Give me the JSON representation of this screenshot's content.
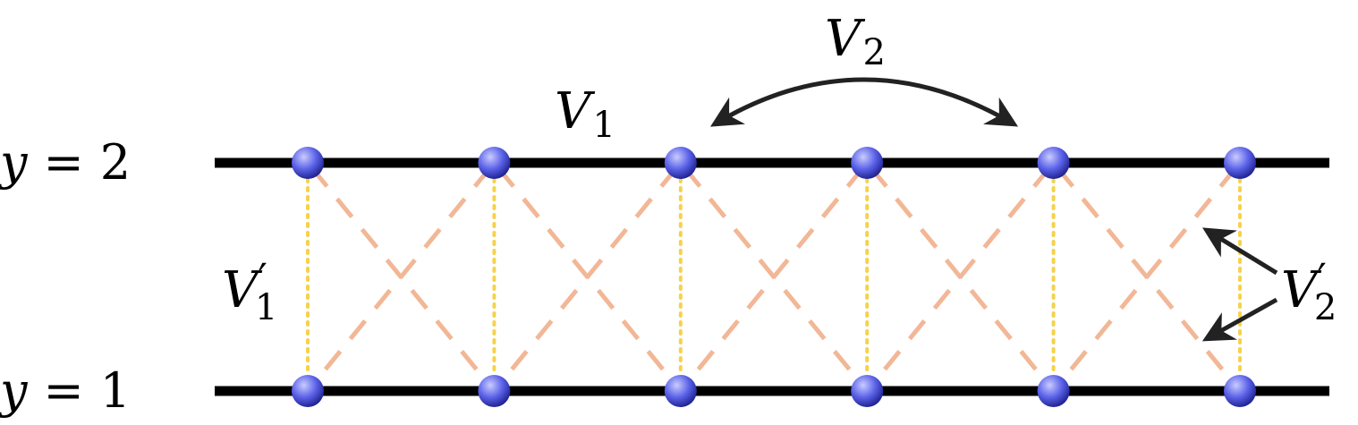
{
  "colors": {
    "rail": "#000000",
    "site": "#5b62e8",
    "site_highlight": "#c9ccff",
    "site_shadow": "#1f2290",
    "rung": "#f6d24b",
    "diagonal": "#f2b796",
    "arrow": "#222222"
  },
  "rows": [
    {
      "var": "y",
      "eq": "=",
      "value": "2"
    },
    {
      "var": "y",
      "eq": "=",
      "value": "1"
    }
  ],
  "sites_per_row": 6,
  "labels": {
    "v1": {
      "base": "V",
      "sub": "1"
    },
    "v2": {
      "base": "V",
      "sub": "2"
    },
    "v1p": {
      "base": "V",
      "prime": "′",
      "sub": "1"
    },
    "v2p": {
      "base": "V",
      "prime": "′",
      "sub": "2"
    }
  }
}
